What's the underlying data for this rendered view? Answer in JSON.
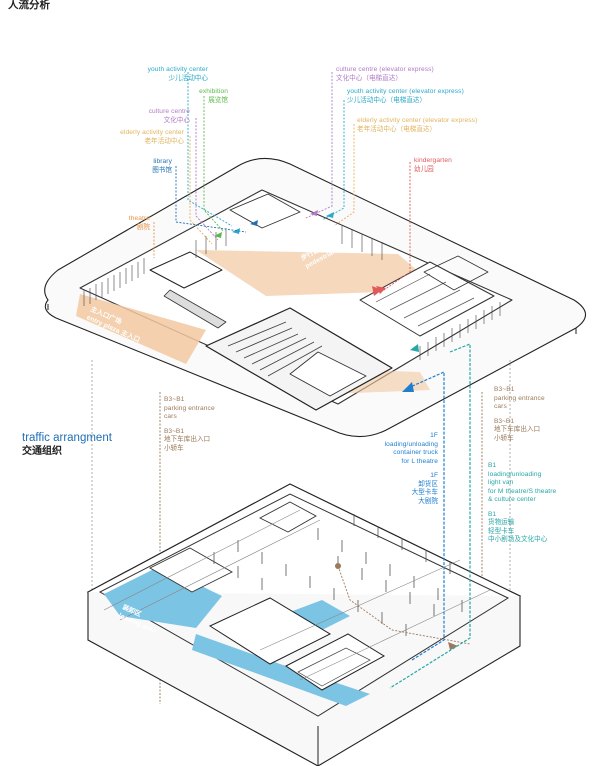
{
  "page_title": "人流分析",
  "colors": {
    "youth": "#2aa9c9",
    "exhibition": "#5bb84a",
    "culture": "#b07ac7",
    "elderly": "#e0b45e",
    "library": "#1f6fb5",
    "theatre": "#e8934a",
    "kindergarten": "#e05a5a",
    "entry_plaza": "#f2c8a0",
    "parking": "#9a7a5a",
    "loading_truck": "#1e7fd0",
    "loading_van": "#27a6a6",
    "b2_loading": "#7cc4e4"
  },
  "labels": {
    "youth_left": {
      "en": "youth activity center",
      "zh": "少儿活动中心"
    },
    "exhibition": {
      "en": "exhibition",
      "zh": "展览馆"
    },
    "culture_left": {
      "en": "culture centre",
      "zh": "文化中心"
    },
    "elderly_left": {
      "en": "elderly activity center",
      "zh": "老年活动中心"
    },
    "library": {
      "en": "library",
      "zh": "图书馆"
    },
    "theatre": {
      "en": "theatre",
      "zh": "剧院"
    },
    "culture_right": {
      "en": "culture centre (elevator express)",
      "zh": "文化中心（电梯直达）"
    },
    "youth_right": {
      "en": "youth activity center (elevator express)",
      "zh": "少儿活动中心（电梯直达）"
    },
    "elderly_right": {
      "en": "elderly activity center (elevator express)",
      "zh": "老年活动中心（电梯直达）"
    },
    "kindergarten": {
      "en": "kindergarten",
      "zh": "幼儿园"
    },
    "parking_left": {
      "en1": "B3~B1",
      "en2": "parking entrance",
      "en3": "cars",
      "zh1": "B3~B1",
      "zh2": "地下车库出入口",
      "zh3": "小轿车"
    },
    "parking_right": {
      "en1": "B3~B1",
      "en2": "parking entrance",
      "en3": "cars",
      "zh1": "B3~B1",
      "zh2": "地下车库出入口",
      "zh3": "小轿车"
    },
    "truck": {
      "en1": "1F",
      "en2": "loading/unloading",
      "en3": "container truck",
      "en4": "for L theatre",
      "zh1": "1F",
      "zh2": "卸货区",
      "zh3": "大型卡车",
      "zh4": "大剧院"
    },
    "van": {
      "en1": "B1",
      "en2": "loading/unloading",
      "en3": "light van",
      "en4": "for M theatre/S theatre",
      "en5": "& culture center",
      "zh1": "B1",
      "zh2": "货物运输",
      "zh3": "轻型卡车",
      "zh4": "中小剧场及文化中心"
    },
    "plaza_en": "entry plaza 主入口",
    "plaza_zh": "主入口广场",
    "pedestrian_en": "pedestrian zone",
    "pedestrian_zh": "步行区",
    "loading_area_en": "loading area",
    "loading_area_zh": "装卸区"
  },
  "traffic": {
    "en": "traffic arrangment",
    "zh": "交通组织"
  }
}
